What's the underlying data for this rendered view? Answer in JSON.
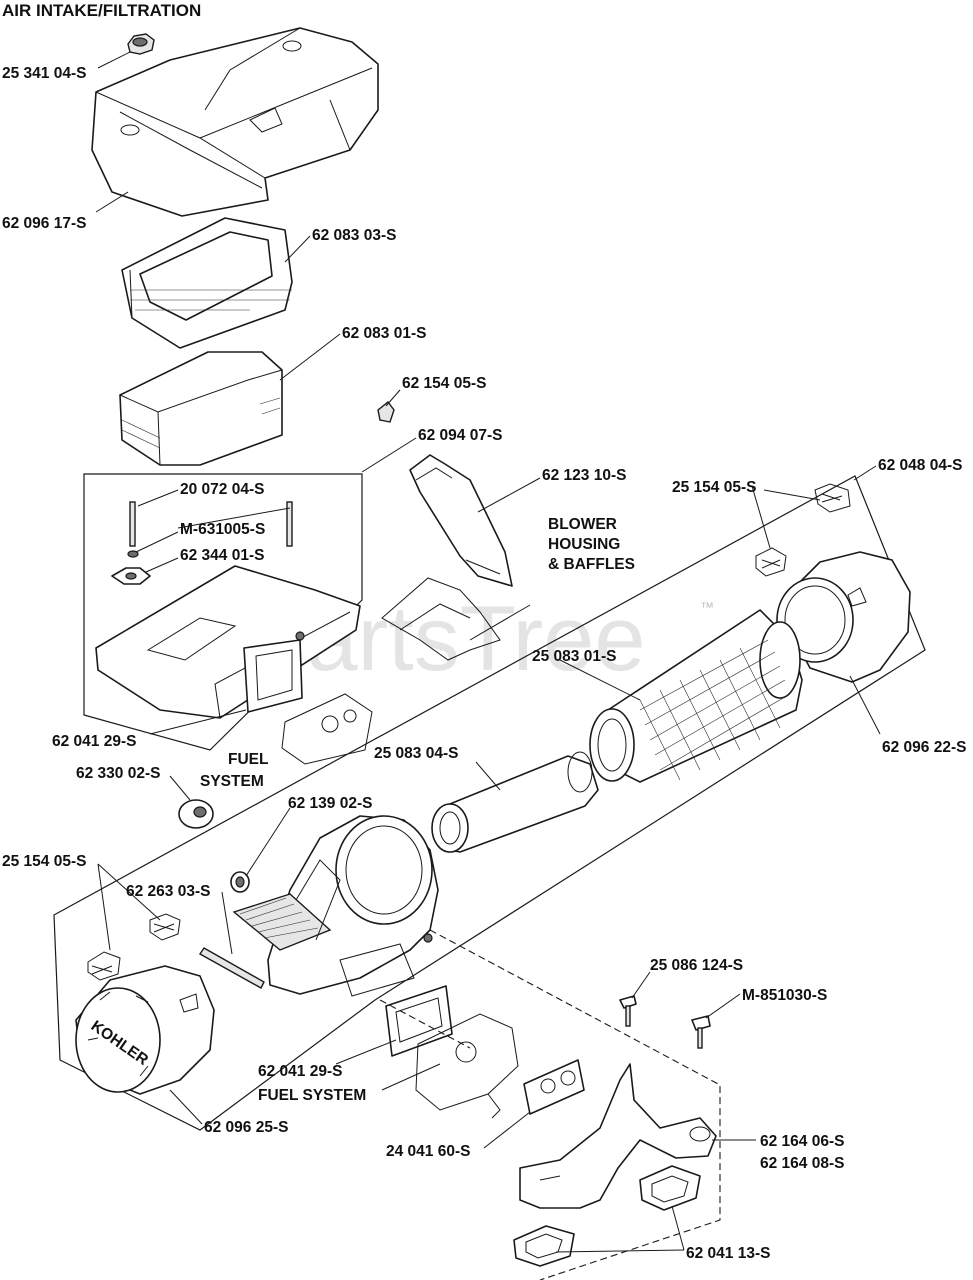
{
  "title": "AIR INTAKE/FILTRATION",
  "watermark": {
    "text": "PartsTree",
    "trademark": "™"
  },
  "callouts": {
    "p01": "25 341 04-S",
    "p02": "62 096 17-S",
    "p03": "62 083 03-S",
    "p04": "62 083 01-S",
    "p05": "62 154 05-S",
    "p06": "62 094 07-S",
    "p07": "20 072 04-S",
    "p08": "M-631005-S",
    "p09": "62 344 01-S",
    "p10": "62 041 29-S",
    "p11": "62 330 02-S",
    "p12": "62 123 10-S",
    "p13": "25 154 05-S",
    "p14": "62 048 04-S",
    "p15": "25 083 01-S",
    "p16": "62 096 22-S",
    "p17": "25 083 04-S",
    "p18": "62 139 02-S",
    "p19": "25 154 05-S",
    "p20": "62 263 03-S",
    "p21": "62 041 29-S",
    "p22": "62 096 25-S",
    "p23": "25 086 124-S",
    "p24": "M-851030-S",
    "p25": "24 041 60-S",
    "p26": "62 164 06-S",
    "p27": "62 164 08-S",
    "p28": "62 041 13-S"
  },
  "notes": {
    "blower_1": "BLOWER",
    "blower_2": "HOUSING",
    "blower_3": "& BAFFLES",
    "fuel_a_1": "FUEL",
    "fuel_a_2": "SYSTEM",
    "fuel_b": "FUEL SYSTEM"
  },
  "brand": {
    "cap_text": "KOHLER"
  }
}
